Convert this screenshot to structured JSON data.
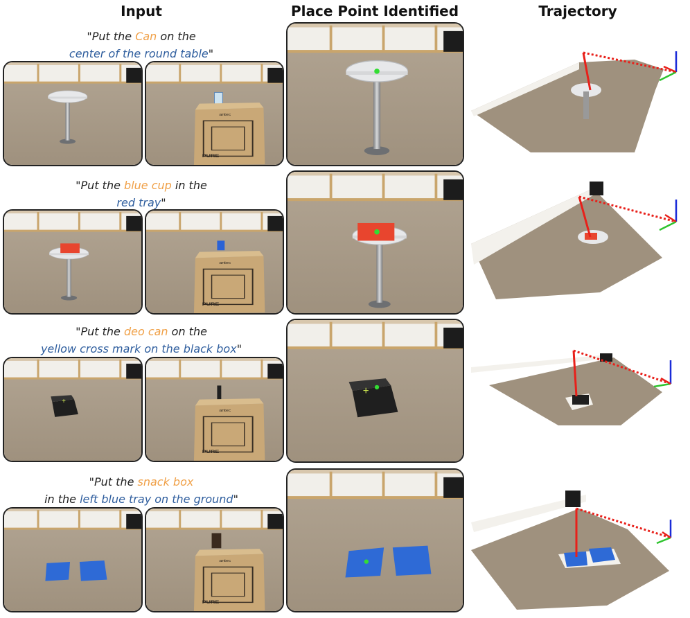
{
  "headers": {
    "input": "Input",
    "place_point": "Place Point Identified",
    "trajectory": "Trajectory"
  },
  "rows": [
    {
      "prefix": "\"Put the ",
      "object": "Can",
      "middle": " on the",
      "location": "center of the round table",
      "suffix": "\""
    },
    {
      "prefix": "\"Put the ",
      "object": "blue cup",
      "middle": " in the",
      "location": "red tray",
      "suffix": "\""
    },
    {
      "prefix": "\"Put the ",
      "object": "deo can",
      "middle": " on the",
      "location": "yellow cross mark on the black box",
      "suffix": "\""
    },
    {
      "prefix": "\"Put the ",
      "object": "snack box",
      "middle": "",
      "location_prefix": "in the ",
      "location": "left blue tray on the ground",
      "suffix": "\""
    }
  ],
  "colors": {
    "object_highlight": "#f0a047",
    "location_highlight": "#2f5e9e",
    "place_point_marker": "#33dd33",
    "trajectory_line": "#e8201a"
  }
}
